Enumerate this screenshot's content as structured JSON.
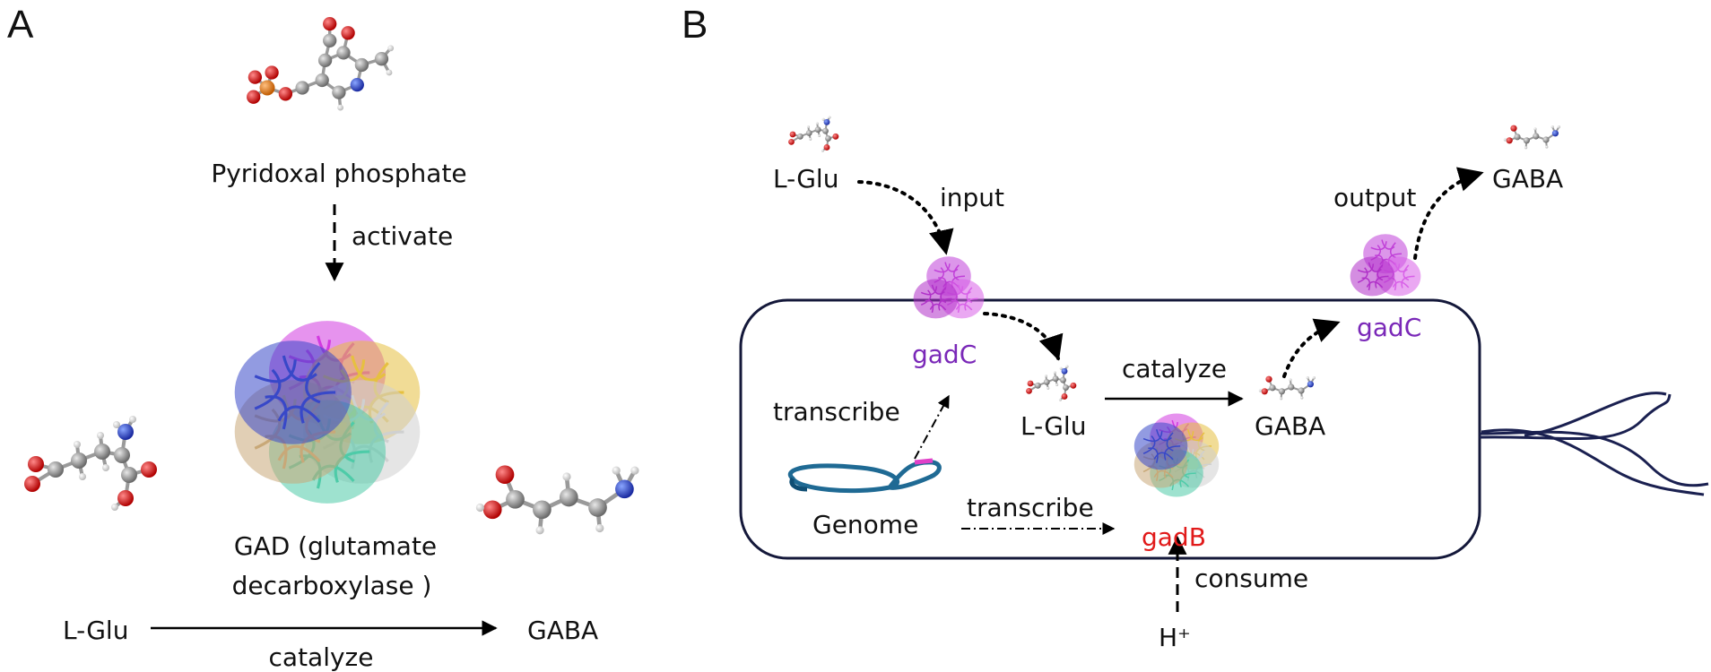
{
  "panel_a": {
    "letter": "A",
    "cofactor": "Pyridoxal phosphate",
    "activate": "activate",
    "enzyme_line1": "GAD (glutamate",
    "enzyme_line2": "decarboxylase )",
    "substrate": "L-Glu",
    "product": "GABA",
    "catalyze": "catalyze"
  },
  "panel_b": {
    "letter": "B",
    "input_substrate": "L-Glu",
    "input": "input",
    "output": "output",
    "output_product": "GABA",
    "gadc_in": "gadC",
    "gadc_out": "gadC",
    "transcribe_1": "transcribe",
    "inner_substrate": "L-Glu",
    "catalyze": "catalyze",
    "inner_product": "GABA",
    "genome": "Genome",
    "transcribe_2": "transcribe",
    "gadb": "gadB",
    "consume": "consume",
    "proton": "H⁺"
  },
  "colors": {
    "gadC": "#7a28b8",
    "gadB": "#e11a1a",
    "cell_outline": "#14183a",
    "flagellum": "#1a2050",
    "genome_dna": "#1f6a94",
    "genome_mark": "#e040c8",
    "carbon": "#8c8c8c",
    "oxygen": "#e01818",
    "nitrogen": "#2040d0",
    "phosphorus": "#e07818",
    "hydrogen": "#e8e8e8"
  }
}
